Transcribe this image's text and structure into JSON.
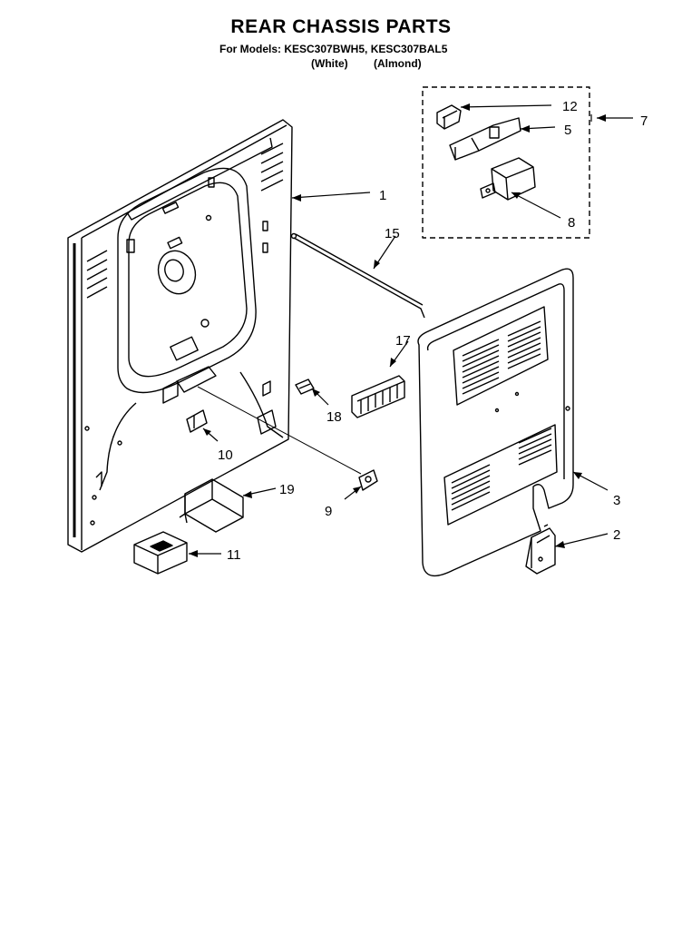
{
  "header": {
    "title": "REAR CHASSIS PARTS",
    "models_label": "For Models: KESC307BWH5, KESC307BAL5",
    "variant_white": "(White)",
    "variant_almond": "(Almond)"
  },
  "callouts": {
    "c1": "1",
    "c2": "2",
    "c3": "3",
    "c5": "5",
    "c7": "7",
    "c8": "8",
    "c9": "9",
    "c10": "10",
    "c11": "11",
    "c12": "12",
    "c15": "15",
    "c17": "17",
    "c18": "18",
    "c19": "19"
  }
}
